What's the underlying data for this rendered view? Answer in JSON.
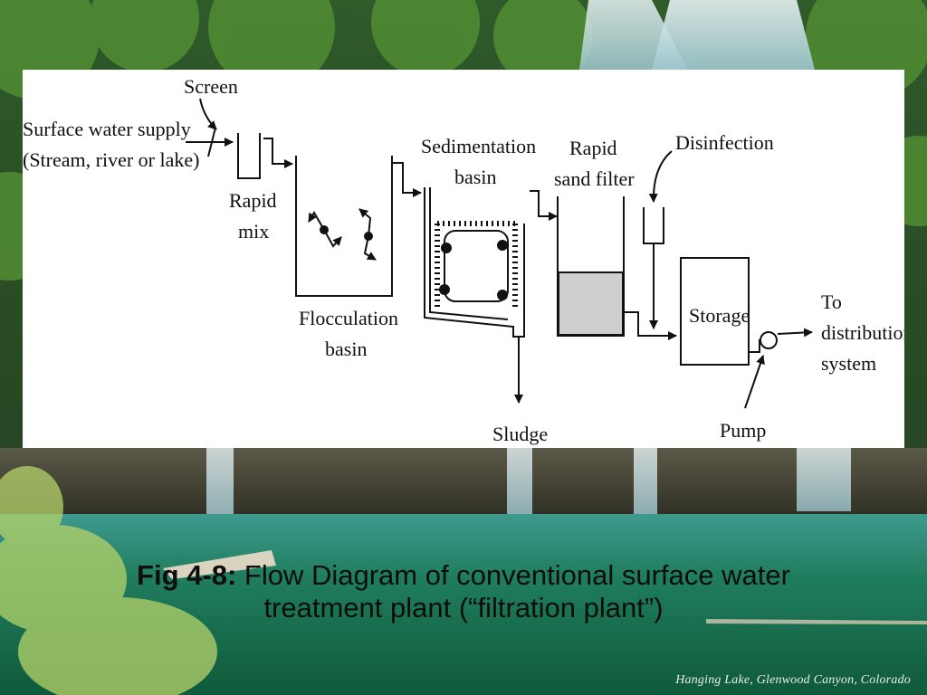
{
  "diagram": {
    "labels": {
      "screen": "Screen",
      "surface_supply_1": "Surface water supply",
      "surface_supply_2": "(Stream, river or lake)",
      "rapid_mix_1": "Rapid",
      "rapid_mix_2": "mix",
      "flocculation_1": "Flocculation",
      "flocculation_2": "basin",
      "sedimentation_1": "Sedimentation",
      "sedimentation_2": "basin",
      "sludge": "Sludge",
      "filter_1": "Rapid",
      "filter_2": "sand filter",
      "disinfection": "Disinfection",
      "storage": "Storage",
      "pump": "Pump",
      "to_1": "To",
      "to_2": "distribution",
      "to_3": "system"
    }
  },
  "caption": {
    "prefix": "Fig 4-8:",
    "line1": " Flow Diagram of conventional surface water",
    "line2": "treatment plant (“filtration plant”)"
  },
  "photo_credit": "Hanging Lake, Glenwood Canyon, Colorado",
  "colors": {
    "filter_media": "#cfcfcf",
    "water": "#1e7a5a"
  }
}
